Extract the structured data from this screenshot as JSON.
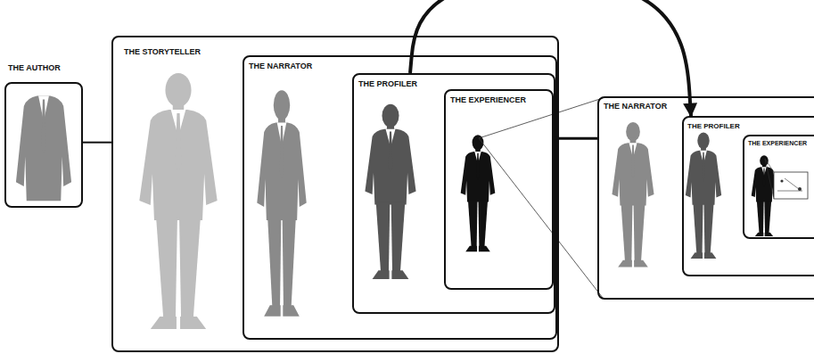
{
  "diagram": {
    "nodes": [
      {
        "text": [
          "THE AUTHOR"
        ]
      },
      {
        "text": [
          "THE STORYTELLER"
        ]
      },
      {
        "text": [
          "THE NARRATOR"
        ],
        "in": 1
      },
      {
        "text": [
          "THE PROFILER"
        ],
        "in": 2
      },
      {
        "text": [
          "THE EXPERIENCER"
        ],
        "in": 3
      },
      {
        "text": [
          "THE NARRATOR"
        ]
      },
      {
        "text": [
          "THE PROFILER"
        ],
        "in": 5
      },
      {
        "text": [
          "THE EXPERIENCER"
        ],
        "in": 6
      }
    ],
    "edges": [
      {
        "from": 0,
        "to": 1,
        "arrow": "none"
      },
      {
        "from": 3,
        "to": 6,
        "arrow": "to"
      },
      {
        "from": 4,
        "to": 5,
        "arrow": "none"
      }
    ]
  }
}
